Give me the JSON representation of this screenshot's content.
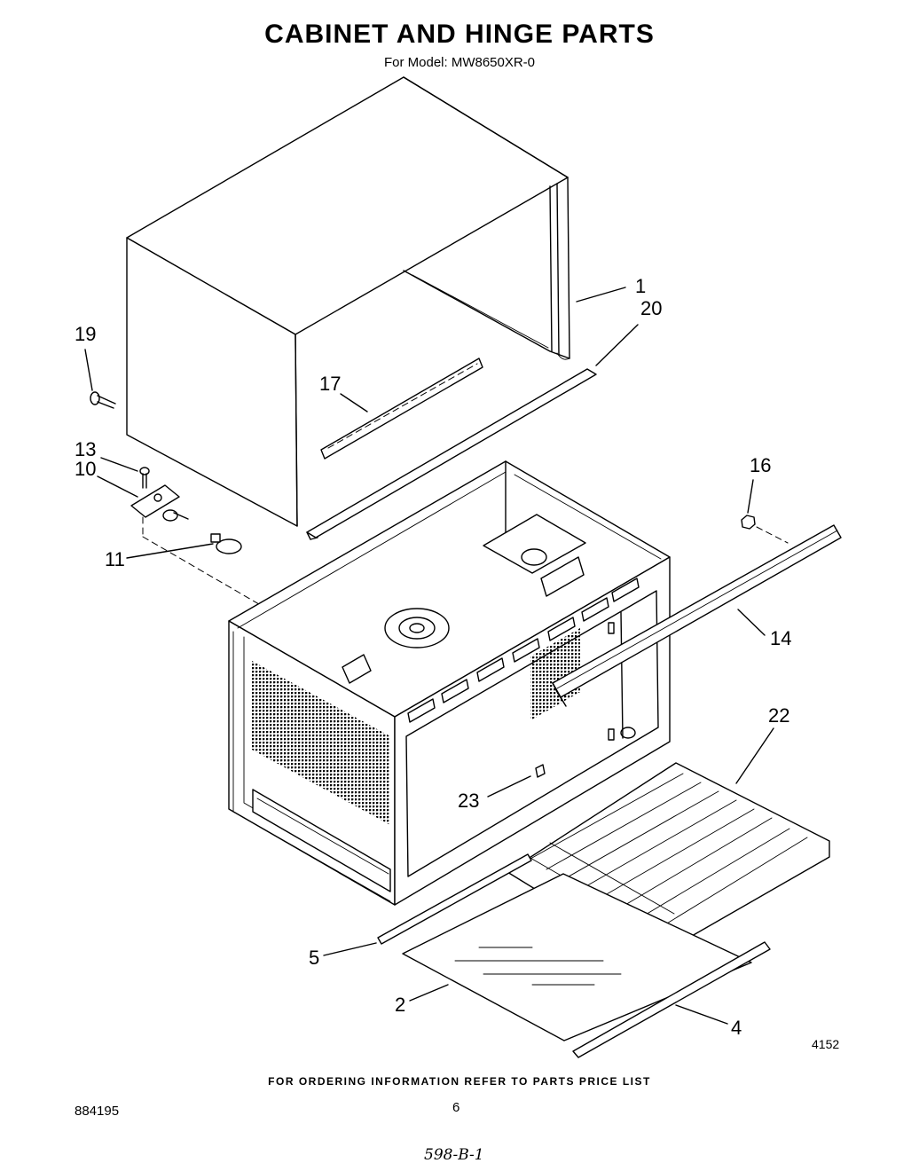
{
  "header": {
    "title": "CABINET AND HINGE PARTS",
    "subtitle": "For Model: MW8650XR-0"
  },
  "callouts": [
    "1",
    "20",
    "19",
    "17",
    "13",
    "10",
    "16",
    "11",
    "14",
    "22",
    "23",
    "5",
    "2",
    "4"
  ],
  "figure_number": "4152",
  "footer": {
    "ordering_note": "FOR ORDERING INFORMATION REFER TO PARTS PRICE LIST",
    "doc_number": "884195",
    "page_number": "6",
    "handwritten_note": "598-B-1"
  }
}
